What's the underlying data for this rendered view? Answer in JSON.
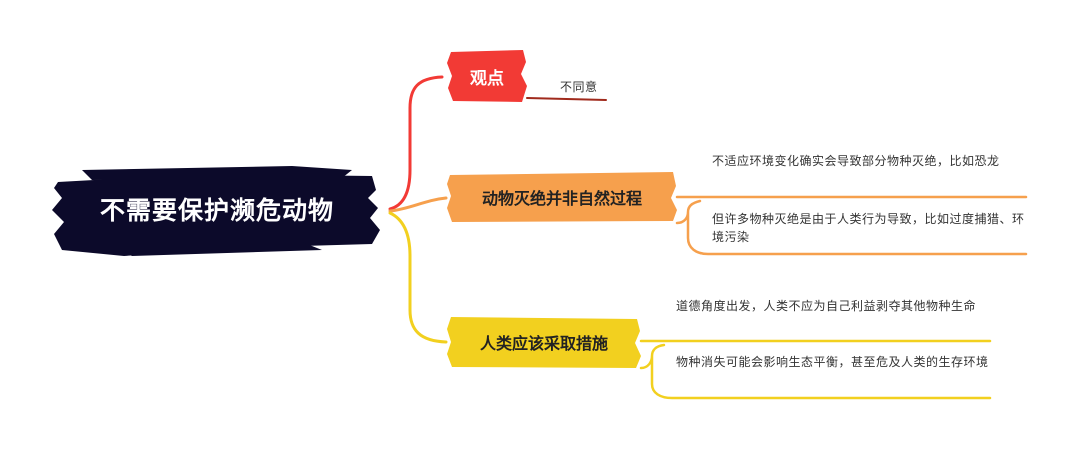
{
  "root": {
    "title": "不需要保护濒危动物"
  },
  "colors": {
    "root": "#0c0a2a",
    "branch1": "#f23a35",
    "branch2": "#f6a04d",
    "branch3": "#f2d01f"
  },
  "branches": [
    {
      "label": "观点",
      "color": "#f23a35",
      "leaves": [
        "不同意"
      ]
    },
    {
      "label": "动物灭绝并非自然过程",
      "color": "#f6a04d",
      "leaves": [
        "不适应环境变化确实会导致部分物种灭绝，比如恐龙",
        "但许多物种灭绝是由于人类行为导致，比如过度捕猎、环境污染"
      ]
    },
    {
      "label": "人类应该采取措施",
      "color": "#f2d01f",
      "leaves": [
        "道德角度出发，人类不应为自己利益剥夺其他物种生命",
        "物种消失可能会影响生态平衡，甚至危及人类的生存环境"
      ]
    }
  ]
}
